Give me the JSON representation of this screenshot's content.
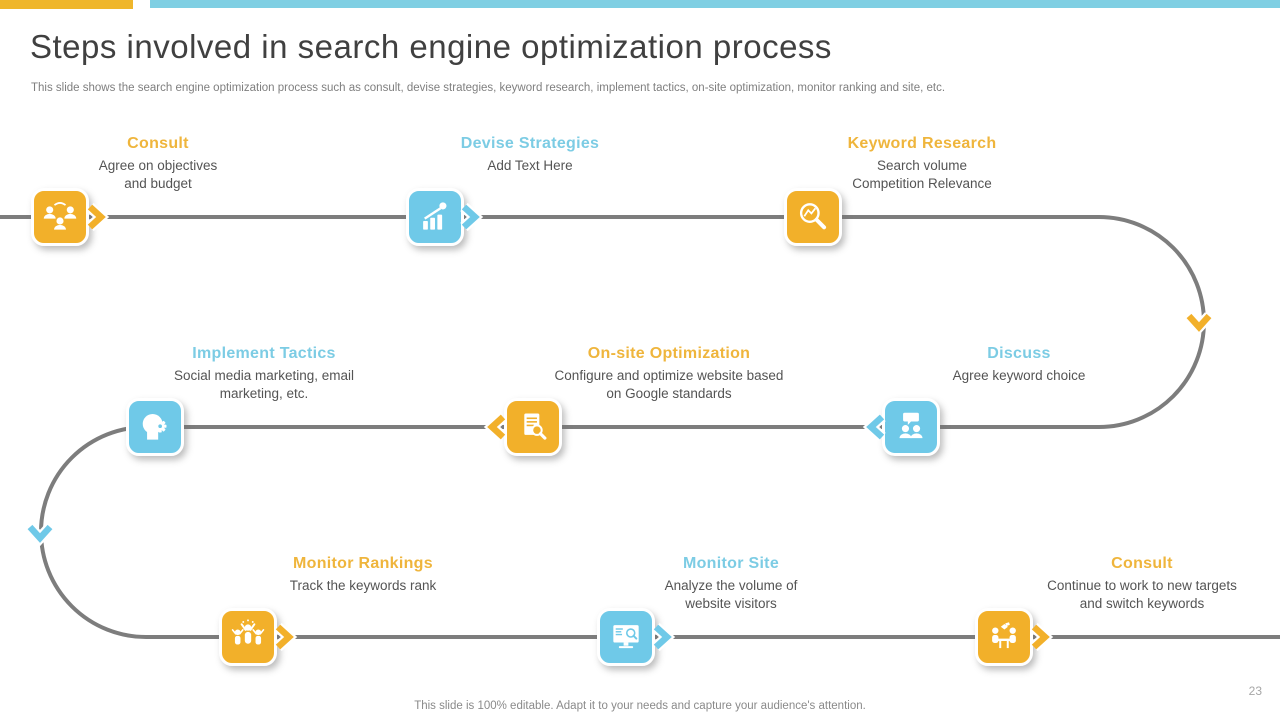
{
  "slide": {
    "title": "Steps involved in search engine optimization process",
    "subtitle": "This slide shows the search engine optimization process such as consult, devise strategies, keyword research, implement tactics, on-site optimization, monitor ranking and site, etc.",
    "footer": "This slide is 100% editable. Adapt it to your needs and capture your audience's attention.",
    "page_number": "23"
  },
  "colors": {
    "accent_yellow": "#F2B02A",
    "accent_blue": "#6FC9E8",
    "flow_line_gray": "#7D7D7D"
  },
  "steps": [
    {
      "label": "Consult",
      "description": "Agree on objectives\nand budget",
      "color": "yellow",
      "icon": "people-network-icon"
    },
    {
      "label": "Devise Strategies",
      "description": "Add Text Here",
      "color": "blue",
      "icon": "growth-chart-icon"
    },
    {
      "label": "Keyword Research",
      "description": "Search volume\nCompetition Relevance",
      "color": "yellow",
      "icon": "magnifier-chart-icon"
    },
    {
      "label": "Discuss",
      "description": "Agree keyword choice",
      "color": "blue",
      "icon": "people-speech-icon"
    },
    {
      "label": "On-site Optimization",
      "description": "Configure and optimize website based\non Google standards",
      "color": "yellow",
      "icon": "document-magnifier-icon"
    },
    {
      "label": "Implement Tactics",
      "description": "Social media marketing, email\nmarketing, etc.",
      "color": "blue",
      "icon": "head-gear-icon"
    },
    {
      "label": "Monitor Rankings",
      "description": "Track the keywords rank",
      "color": "yellow",
      "icon": "people-winners-icon"
    },
    {
      "label": "Monitor Site",
      "description": "Analyze the volume of\nwebsite visitors",
      "color": "blue",
      "icon": "monitor-magnifier-icon"
    },
    {
      "label": "Consult",
      "description": "Continue to work to new targets\nand switch keywords",
      "color": "yellow",
      "icon": "people-table-icon"
    }
  ]
}
